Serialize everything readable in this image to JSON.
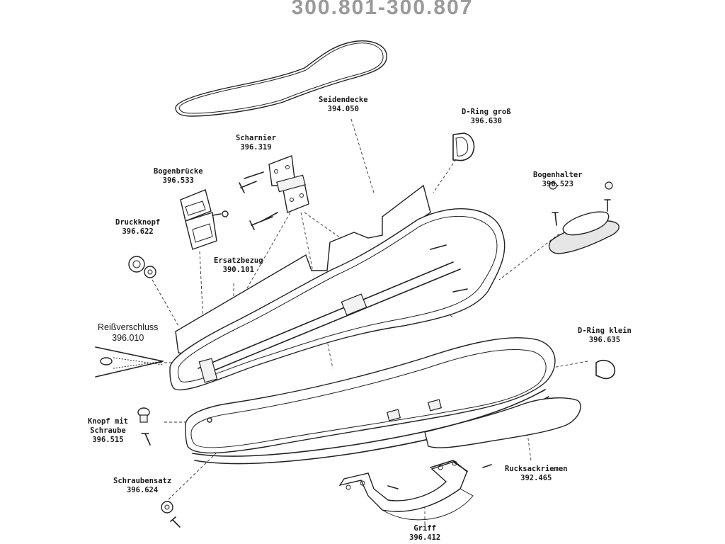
{
  "title": "300.801-300.807",
  "parts": [
    {
      "id": "seidendecke",
      "name": "Seidendecke",
      "number": "394.050"
    },
    {
      "id": "d-ring-gross",
      "name": "D-Ring groß",
      "number": "396.630"
    },
    {
      "id": "scharnier",
      "name": "Scharnier",
      "number": "396.319"
    },
    {
      "id": "bogenbruecke",
      "name": "Bogenbrücke",
      "number": "396.533"
    },
    {
      "id": "bogenhalter",
      "name": "Bogenhalter",
      "number": "396.523"
    },
    {
      "id": "druckknopf",
      "name": "Druckknopf",
      "number": "396.622"
    },
    {
      "id": "ersatzbezug",
      "name": "Ersatzbezug",
      "number": "390.101"
    },
    {
      "id": "reissverschluss",
      "name": "Reißverschluss",
      "number": "396.010"
    },
    {
      "id": "d-ring-klein",
      "name": "D-Ring klein",
      "number": "396.635"
    },
    {
      "id": "knopf-mit-schraube",
      "name": "Knopf mit",
      "name2": "Schraube",
      "number": "396.515"
    },
    {
      "id": "rucksackriemen",
      "name": "Rucksackriemen",
      "number": "392.465"
    },
    {
      "id": "schraubensatz",
      "name": "Schraubensatz",
      "number": "396.624"
    },
    {
      "id": "griff",
      "name": "Griff",
      "number": "396.412"
    }
  ]
}
